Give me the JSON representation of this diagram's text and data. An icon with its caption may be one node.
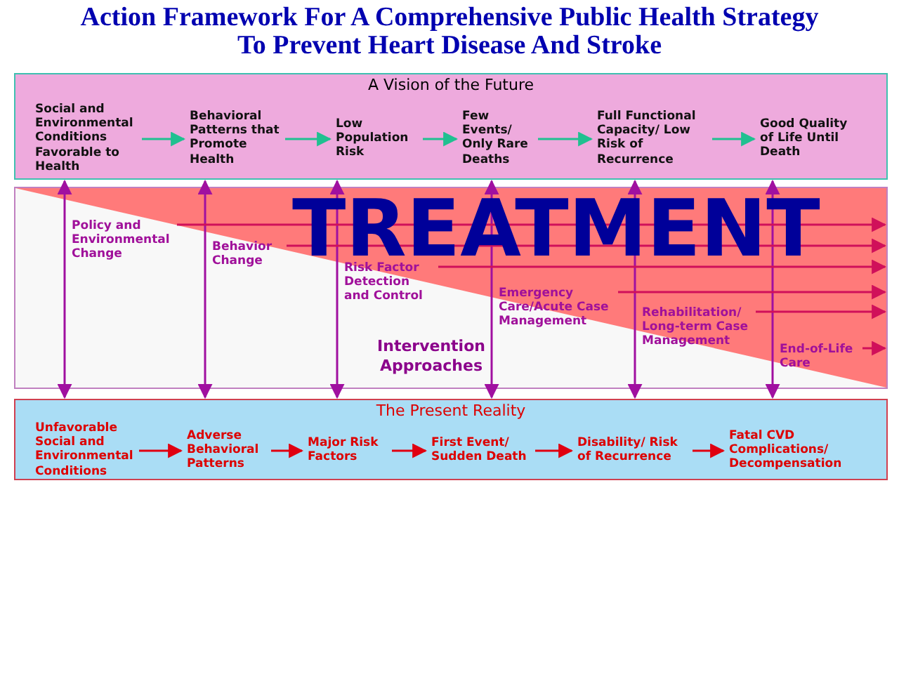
{
  "diagram": {
    "title": "Action Framework For A Comprehensive Public Health Strategy To Prevent Heart Disease And Stroke",
    "nodes": [
      {
        "text": [
          "A Vision of the Future"
        ]
      },
      {
        "text": [
          "Social and Environmental Conditions Favorable to Health"
        ],
        "in": 0
      },
      {
        "text": [
          "Behavioral Patterns that Promote Health"
        ],
        "in": 0
      },
      {
        "text": [
          "Low Population Risk"
        ],
        "in": 0
      },
      {
        "text": [
          "Few Events/ Only Rare Deaths"
        ],
        "in": 0
      },
      {
        "text": [
          "Full Functional Capacity/ Low Risk of Recurrence"
        ],
        "in": 0
      },
      {
        "text": [
          "Good Quality of Life Until Death"
        ],
        "in": 0
      },
      {
        "text": [
          "Intervention Approaches"
        ]
      },
      {
        "text": [
          "Policy and Environmental Change"
        ],
        "in": 7
      },
      {
        "text": [
          "Behavior Change"
        ],
        "in": 7
      },
      {
        "text": [
          "Risk Factor Detection and Control"
        ],
        "in": 7
      },
      {
        "text": [
          "Emergency Care/Acute Case Management"
        ],
        "in": 7
      },
      {
        "text": [
          "Rehabilitation/ Long-term Case Management"
        ],
        "in": 7
      },
      {
        "text": [
          "End-of-Life Care"
        ],
        "in": 7
      },
      {
        "text": [
          "The Present Reality"
        ]
      },
      {
        "text": [
          "Unfavorable Social and Environmental Conditions"
        ],
        "in": 14
      },
      {
        "text": [
          "Adverse Behavioral Patterns"
        ],
        "in": 14
      },
      {
        "text": [
          "Major Risk Factors"
        ],
        "in": 14
      },
      {
        "text": [
          "First Event/ Sudden Death"
        ],
        "in": 14
      },
      {
        "text": [
          "Disability/ Risk of Recurrence"
        ],
        "in": 14
      },
      {
        "text": [
          "Fatal CVD Complications/ Decompensation"
        ],
        "in": 14
      }
    ],
    "edges": [
      {
        "from": 1,
        "to": 2,
        "arrow": "to",
        "color": "#20c090"
      },
      {
        "from": 2,
        "to": 3,
        "arrow": "to",
        "color": "#20c090"
      },
      {
        "from": 3,
        "to": 4,
        "arrow": "to",
        "color": "#20c090"
      },
      {
        "from": 4,
        "to": 5,
        "arrow": "to",
        "color": "#20c090"
      },
      {
        "from": 5,
        "to": 6,
        "arrow": "to",
        "color": "#20c090"
      },
      {
        "from": 0,
        "to": 14,
        "arrow": "both",
        "color": "#a010a0"
      },
      {
        "from": 0,
        "to": 14,
        "arrow": "both",
        "color": "#a010a0"
      },
      {
        "from": 0,
        "to": 14,
        "arrow": "both",
        "color": "#a010a0"
      },
      {
        "from": 0,
        "to": 14,
        "arrow": "both",
        "color": "#a010a0"
      },
      {
        "from": 0,
        "to": 14,
        "arrow": "both",
        "color": "#a010a0"
      },
      {
        "from": 0,
        "to": 14,
        "arrow": "both",
        "color": "#a010a0"
      },
      {
        "from": 8,
        "to": null,
        "arrow": "to",
        "color": "#d0105a"
      },
      {
        "from": 9,
        "to": null,
        "arrow": "to",
        "color": "#d0105a"
      },
      {
        "from": 10,
        "to": null,
        "arrow": "to",
        "color": "#d0105a"
      },
      {
        "from": 11,
        "to": null,
        "arrow": "to",
        "color": "#d0105a"
      },
      {
        "from": 12,
        "to": null,
        "arrow": "to",
        "color": "#d0105a"
      },
      {
        "from": 13,
        "to": null,
        "arrow": "to",
        "color": "#d0105a"
      },
      {
        "from": 15,
        "to": 16,
        "arrow": "to",
        "color": "#e00010"
      },
      {
        "from": 16,
        "to": 17,
        "arrow": "to",
        "color": "#e00010"
      },
      {
        "from": 17,
        "to": 18,
        "arrow": "to",
        "color": "#e00010"
      },
      {
        "from": 18,
        "to": 19,
        "arrow": "to",
        "color": "#e00010"
      },
      {
        "from": 19,
        "to": 20,
        "arrow": "to",
        "color": "#e00010"
      }
    ],
    "labels": [
      "TREATMENT"
    ]
  }
}
